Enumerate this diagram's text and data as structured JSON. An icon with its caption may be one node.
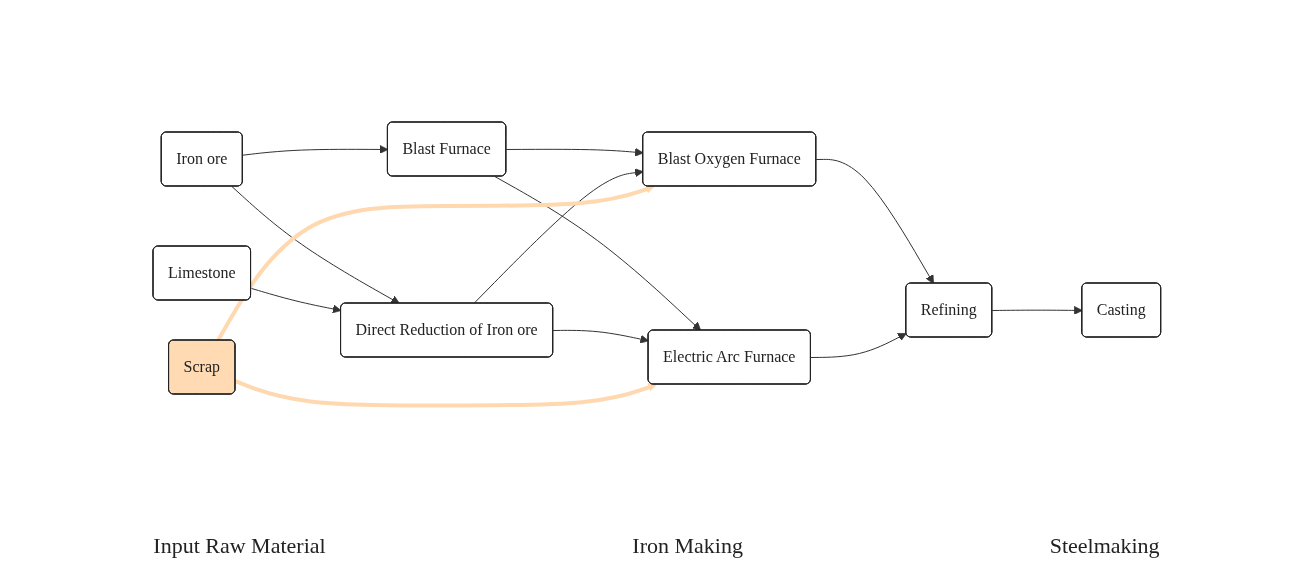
{
  "diagram": {
    "nodes": [
      {
        "text": [
          "Iron ore"
        ]
      },
      {
        "text": [
          "Limestone"
        ]
      },
      {
        "text": [
          "Scrap"
        ]
      },
      {
        "text": [
          "Blast Furnace"
        ]
      },
      {
        "text": [
          "Direct Reduction of Iron ore"
        ]
      },
      {
        "text": [
          "Blast Oxygen Furnace"
        ]
      },
      {
        "text": [
          "Electric Arc Furnace"
        ]
      },
      {
        "text": [
          "Refining"
        ]
      },
      {
        "text": [
          "Casting"
        ]
      }
    ],
    "edges": [
      {
        "from": 0,
        "to": 3,
        "arrow": "to"
      },
      {
        "from": 0,
        "to": 4,
        "arrow": "to"
      },
      {
        "from": 1,
        "to": 4,
        "arrow": "to"
      },
      {
        "from": 3,
        "to": 5,
        "arrow": "to"
      },
      {
        "from": 3,
        "to": 6,
        "arrow": "to"
      },
      {
        "from": 4,
        "to": 5,
        "arrow": "to"
      },
      {
        "from": 4,
        "to": 6,
        "arrow": "to"
      },
      {
        "from": 2,
        "to": 5,
        "arrow": "to",
        "style": "thick",
        "color": "#ffd8b0"
      },
      {
        "from": 2,
        "to": 6,
        "arrow": "to",
        "style": "thick",
        "color": "#ffd8b0"
      },
      {
        "from": 5,
        "to": 7,
        "arrow": "to"
      },
      {
        "from": 6,
        "to": 7,
        "arrow": "to"
      },
      {
        "from": 7,
        "to": 8,
        "arrow": "to"
      }
    ],
    "labels": [
      "Input Raw Material",
      "Iron Making",
      "Steelmaking"
    ]
  }
}
